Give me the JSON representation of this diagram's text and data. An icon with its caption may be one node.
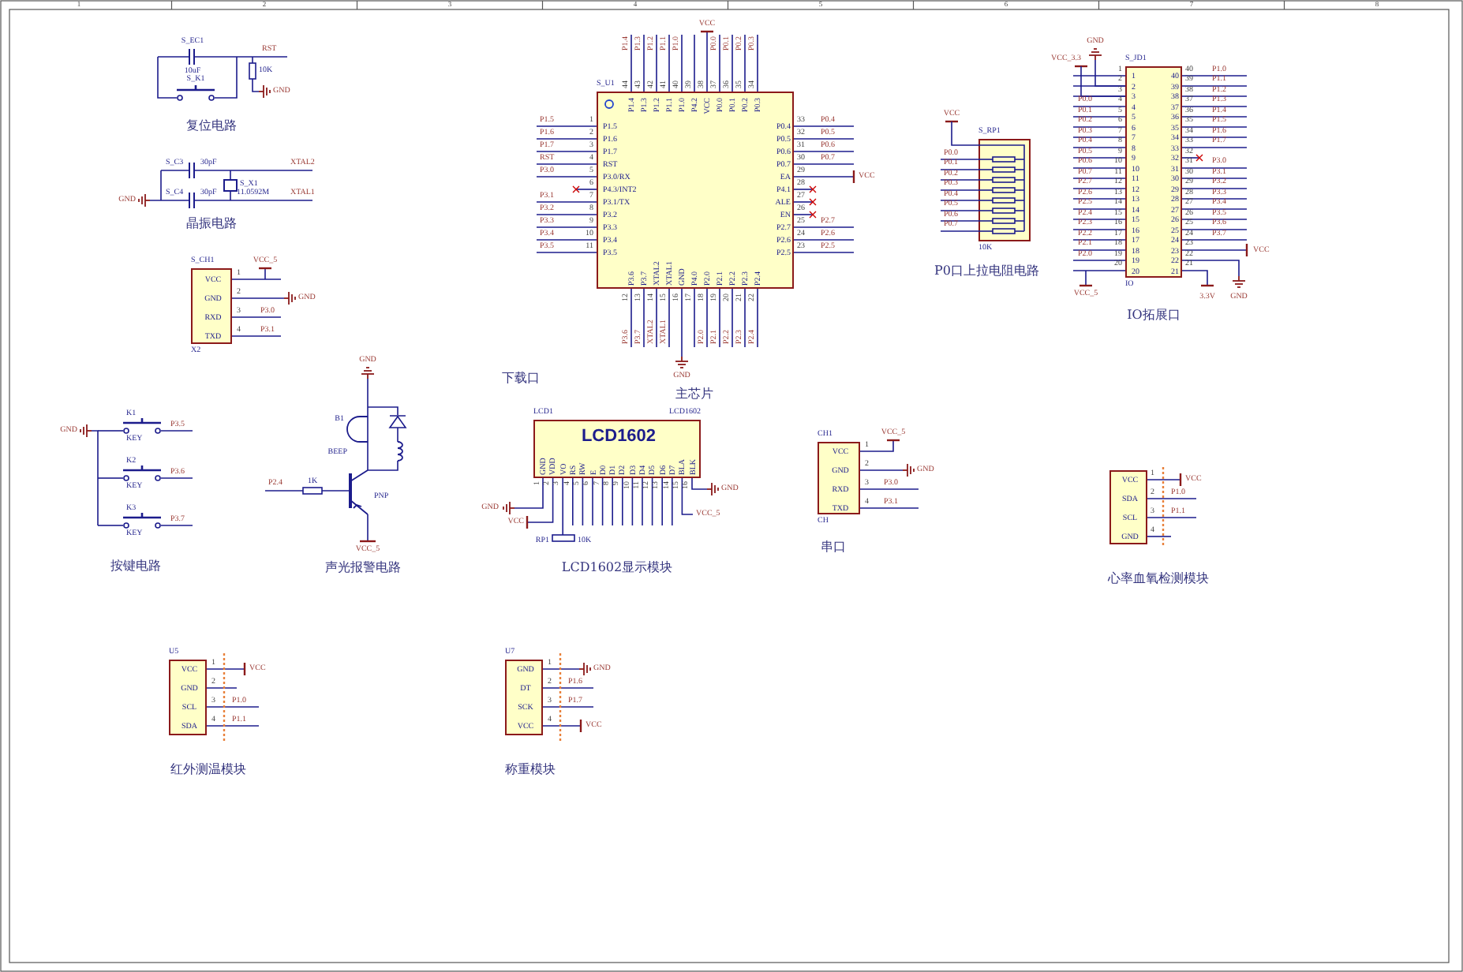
{
  "diagram": {
    "nodes": [
      {
        "text": [
          "VCC",
          "GND",
          "RXD",
          "TXD"
        ],
        "beside": [
          "S_CH1",
          "X2",
          "1",
          "2",
          "3",
          "4",
          "VCC_5",
          "GND",
          "P3.0",
          "P3.1"
        ]
      },
      {
        "text": [
          "P1.4",
          "P1.3",
          "P1.2",
          "P1.1",
          "P1.0",
          "P4.2",
          "VCC",
          "P0.0",
          "P0.1",
          "P0.2",
          "P0.3",
          "P1.5",
          "P1.6",
          "P1.7",
          "RST",
          "P3.0/RX",
          "P4.3/INT2",
          "P3.1/TX",
          "P3.2",
          "P3.3",
          "P3.4",
          "P3.5",
          "P0.4",
          "P0.5",
          "P0.6",
          "P0.7",
          "EA",
          "P4.1",
          "ALE",
          "EN",
          "P2.7",
          "P2.6",
          "P2.5",
          "P3.6",
          "P3.7",
          "XTAL2",
          "XTAL1",
          "GND",
          "P4.0",
          "P2.0",
          "P2.1",
          "P2.2",
          "P2.3",
          "P2.4"
        ],
        "beside": [
          "S_U1",
          "VCC",
          "GND",
          "VCC",
          "1",
          "2",
          "3",
          "4",
          "5",
          "6",
          "7",
          "8",
          "9",
          "10",
          "11",
          "12",
          "13",
          "14",
          "15",
          "16",
          "17",
          "18",
          "19",
          "20",
          "21",
          "22",
          "33",
          "32",
          "31",
          "30",
          "29",
          "28",
          "27",
          "26",
          "25",
          "24",
          "23",
          "44",
          "43",
          "42",
          "41",
          "40",
          "39",
          "38",
          "37",
          "36",
          "35",
          "34",
          "P1.5",
          "P1.6",
          "P1.7",
          "RST",
          "P3.0",
          "P3.1",
          "P3.2",
          "P3.3",
          "P3.4",
          "P3.5",
          "P0.4",
          "P0.5",
          "P0.6",
          "P0.7",
          "P2.7",
          "P2.6",
          "P2.5",
          "P1.4",
          "P1.3",
          "P1.2",
          "P1.1",
          "P1.0",
          "P0.0",
          "P0.1",
          "P0.2",
          "P0.3",
          "P3.6",
          "P3.7",
          "XTAL2",
          "XTAL1",
          "P2.0",
          "P2.1",
          "P2.2",
          "P2.3",
          "P2.4"
        ]
      },
      {
        "text": [],
        "shape": "box",
        "beside": [
          "S_RP1",
          "10K",
          "VCC",
          "P0.0",
          "P0.1",
          "P0.2",
          "P0.3",
          "P0.4",
          "P0.5",
          "P0.6",
          "P0.7"
        ]
      },
      {
        "text": [
          "1",
          "2",
          "3",
          "4",
          "5",
          "6",
          "7",
          "8",
          "9",
          "10",
          "11",
          "12",
          "13",
          "14",
          "15",
          "16",
          "17",
          "18",
          "19",
          "20",
          "40",
          "39",
          "38",
          "37",
          "36",
          "35",
          "34",
          "33",
          "32",
          "31",
          "30",
          "29",
          "28",
          "27",
          "26",
          "25",
          "24",
          "23",
          "22",
          "21"
        ],
        "beside": [
          "S_JD1",
          "IO",
          "GND",
          "VCC_3.3",
          "1",
          "2",
          "3",
          "4",
          "5",
          "6",
          "7",
          "8",
          "9",
          "10",
          "11",
          "12",
          "13",
          "14",
          "15",
          "16",
          "17",
          "18",
          "19",
          "20",
          "40",
          "39",
          "38",
          "37",
          "36",
          "35",
          "34",
          "33",
          "32",
          "31",
          "30",
          "29",
          "28",
          "27",
          "26",
          "25",
          "24",
          "23",
          "22",
          "21",
          "P0.0",
          "P0.1",
          "P0.2",
          "P0.3",
          "P0.4",
          "P0.5",
          "P0.6",
          "P0.7",
          "P2.7",
          "P2.6",
          "P2.5",
          "P2.4",
          "P2.3",
          "P2.2",
          "P2.1",
          "P2.0",
          "VCC_5",
          "P1.0",
          "P1.1",
          "P1.2",
          "P1.3",
          "P1.4",
          "P1.5",
          "P1.6",
          "P1.7",
          "P3.0",
          "P3.1",
          "P3.2",
          "P3.3",
          "P3.4",
          "P3.5",
          "P3.6",
          "P3.7",
          "VCC",
          "3.3V",
          "GND"
        ]
      },
      {
        "text": [
          "LCD1602",
          "GND",
          "VDD",
          "VO",
          "RS",
          "RW",
          "E",
          "D0",
          "D1",
          "D2",
          "D3",
          "D4",
          "D5",
          "D6",
          "D7",
          "BLA",
          "BLK"
        ],
        "beside": [
          "LCD1",
          "LCD1602",
          "1",
          "2",
          "3",
          "4",
          "5",
          "6",
          "7",
          "8",
          "9",
          "10",
          "11",
          "12",
          "13",
          "14",
          "15",
          "16",
          "GND",
          "VCC",
          "VCC_5",
          "GND"
        ]
      },
      {
        "text": [
          "VCC",
          "GND",
          "RXD",
          "TXD"
        ],
        "beside": [
          "CH1",
          "CH",
          "1",
          "2",
          "3",
          "4",
          "VCC_5",
          "GND",
          "P3.0",
          "P3.1"
        ]
      },
      {
        "text": [
          "VCC",
          "SDA",
          "SCL",
          "GND"
        ],
        "beside": [
          "1",
          "2",
          "3",
          "4",
          "VCC",
          "P1.0",
          "P1.1"
        ]
      },
      {
        "text": [
          "VCC",
          "GND",
          "SCL",
          "SDA"
        ],
        "beside": [
          "U5",
          "1",
          "2",
          "3",
          "4",
          "VCC",
          "P1.0",
          "P1.1"
        ]
      },
      {
        "text": [
          "GND",
          "DT",
          "SCK",
          "VCC"
        ],
        "beside": [
          "U7",
          "1",
          "2",
          "3",
          "4",
          "GND",
          "P1.6",
          "P1.7",
          "VCC"
        ]
      }
    ],
    "labels": [
      "1",
      "2",
      "3",
      "4",
      "5",
      "6",
      "7",
      "8",
      "S_EC1",
      "10uF",
      "S_K1",
      "RST",
      "10K",
      "GND",
      "复位电路",
      "S_C3",
      "30pF",
      "XTAL2",
      "GND",
      "S_C4",
      "30pF",
      "S_X1",
      "11.0592M",
      "XTAL1",
      "晶振电路",
      "GND",
      "K1",
      "KEY",
      "P3.5",
      "K2",
      "KEY",
      "P3.6",
      "K3",
      "KEY",
      "P3.7",
      "按键电路",
      "GND",
      "B1",
      "BEEP",
      "P2.4",
      "1K",
      "PNP",
      "VCC_5",
      "声光报警电路",
      "下载口",
      "主芯片",
      "P0口上拉电阻电路",
      "IO拓展口",
      "RP1",
      "10K",
      "LCD1602显示模块",
      "串口",
      "心率血氧检测模块",
      "红外测温模块",
      "称重模块"
    ]
  }
}
